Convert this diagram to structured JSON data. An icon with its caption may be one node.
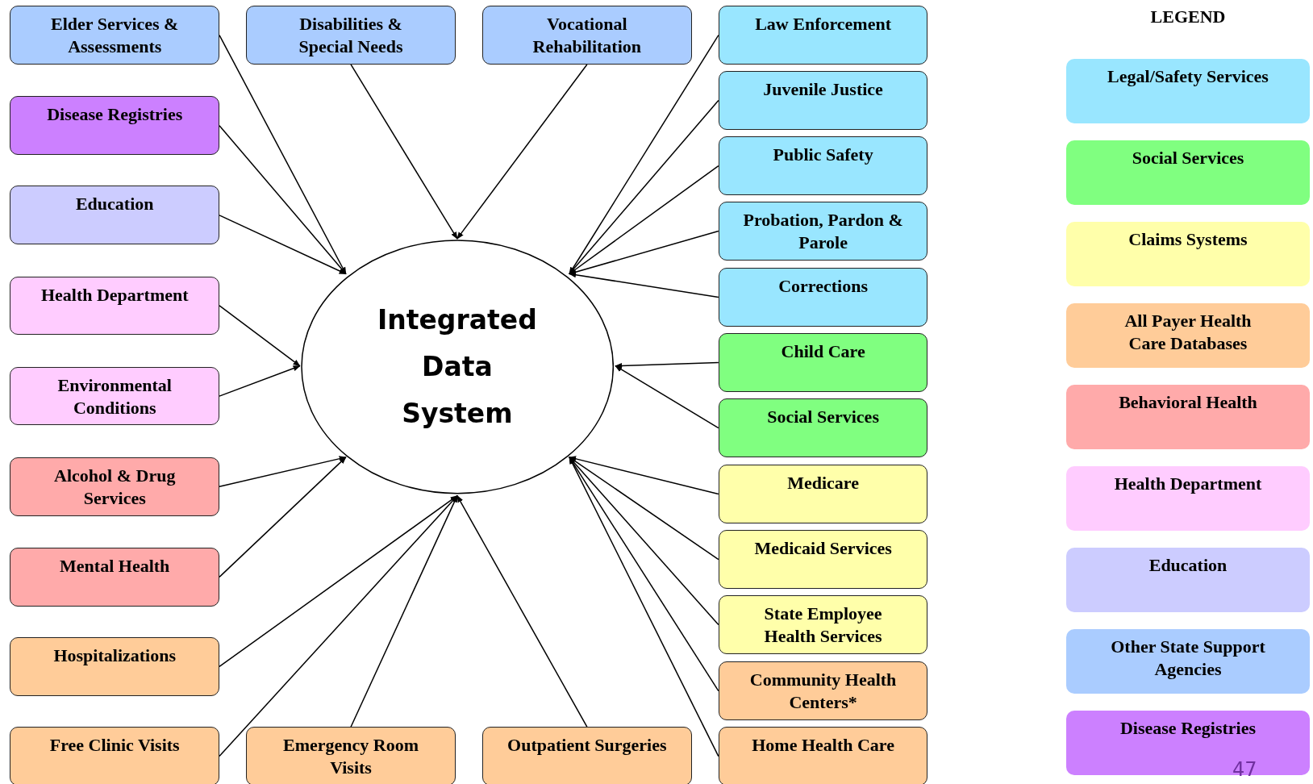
{
  "diagram": {
    "nodes": [
      {
        "text": [
          "Elder Services & Assessments"
        ]
      },
      {
        "text": [
          "Disease Registries"
        ]
      },
      {
        "text": [
          "Education"
        ]
      },
      {
        "text": [
          "Health Department"
        ]
      },
      {
        "text": [
          "Environmental Conditions"
        ]
      },
      {
        "text": [
          "Alcohol & Drug Services"
        ]
      },
      {
        "text": [
          "Mental Health"
        ]
      },
      {
        "text": [
          "Hospitalizations"
        ]
      },
      {
        "text": [
          "Free Clinic Visits"
        ]
      },
      {
        "text": [
          "Disabilities & Special Needs"
        ]
      },
      {
        "text": [
          "Vocational Rehabilitation"
        ]
      },
      {
        "text": [
          "Integrated Data System"
        ]
      },
      {
        "text": [
          "Emergency Room Visits"
        ]
      },
      {
        "text": [
          "Outpatient Surgeries"
        ]
      },
      {
        "text": [
          "Law Enforcement"
        ]
      },
      {
        "text": [
          "Juvenile Justice"
        ]
      },
      {
        "text": [
          "Public Safety"
        ]
      },
      {
        "text": [
          "Probation, Pardon & Parole"
        ]
      },
      {
        "text": [
          "Corrections"
        ]
      },
      {
        "text": [
          "Child Care"
        ]
      },
      {
        "text": [
          "Social Services"
        ]
      },
      {
        "text": [
          "Medicare"
        ]
      },
      {
        "text": [
          "Medicaid Services"
        ]
      },
      {
        "text": [
          "State Employee Health Services"
        ]
      },
      {
        "text": [
          "Community Health Centers*"
        ]
      },
      {
        "text": [
          "Home Health Care"
        ]
      }
    ],
    "edges": [
      {
        "from": 0,
        "to": 11,
        "arrow": "to"
      },
      {
        "from": 1,
        "to": 11,
        "arrow": "to"
      },
      {
        "from": 2,
        "to": 11,
        "arrow": "to"
      },
      {
        "from": 3,
        "to": 11,
        "arrow": "to"
      },
      {
        "from": 4,
        "to": 11,
        "arrow": "to"
      },
      {
        "from": 5,
        "to": 11,
        "arrow": "to"
      },
      {
        "from": 6,
        "to": 11,
        "arrow": "to"
      },
      {
        "from": 7,
        "to": 11,
        "arrow": "to"
      },
      {
        "from": 8,
        "to": 11,
        "arrow": "to"
      },
      {
        "from": 9,
        "to": 11,
        "arrow": "to"
      },
      {
        "from": 10,
        "to": 11,
        "arrow": "to"
      },
      {
        "from": 12,
        "to": 11,
        "arrow": "to"
      },
      {
        "from": 13,
        "to": 11,
        "arrow": "to"
      },
      {
        "from": 14,
        "to": 11,
        "arrow": "to"
      },
      {
        "from": 15,
        "to": 11,
        "arrow": "to"
      },
      {
        "from": 16,
        "to": 11,
        "arrow": "to"
      },
      {
        "from": 17,
        "to": 11,
        "arrow": "to"
      },
      {
        "from": 18,
        "to": 11,
        "arrow": "to"
      },
      {
        "from": 19,
        "to": 11,
        "arrow": "to"
      },
      {
        "from": 20,
        "to": 11,
        "arrow": "to"
      },
      {
        "from": 21,
        "to": 11,
        "arrow": "to"
      },
      {
        "from": 22,
        "to": 11,
        "arrow": "to"
      },
      {
        "from": 23,
        "to": 11,
        "arrow": "to"
      },
      {
        "from": 24,
        "to": 11,
        "arrow": "to"
      },
      {
        "from": 25,
        "to": 11,
        "arrow": "to"
      }
    ],
    "labels": [
      "LEGEND",
      "47"
    ],
    "legend": [
      {
        "text": "Legal/Safety Services",
        "color": "#99e6ff"
      },
      {
        "text": "Social Services",
        "color": "#80ff80"
      },
      {
        "text": "Claims Systems",
        "color": "#ffffaa"
      },
      {
        "text": "All Payer Health Care Databases",
        "color": "#ffcc99"
      },
      {
        "text": "Behavioral Health",
        "color": "#ffaaaa"
      },
      {
        "text": "Health Department",
        "color": "#ffccff"
      },
      {
        "text": "Education",
        "color": "#ccccff"
      },
      {
        "text": "Other State Support Agencies",
        "color": "#aaccff"
      },
      {
        "text": "Disease Registries",
        "color": "#cc80ff"
      }
    ]
  }
}
